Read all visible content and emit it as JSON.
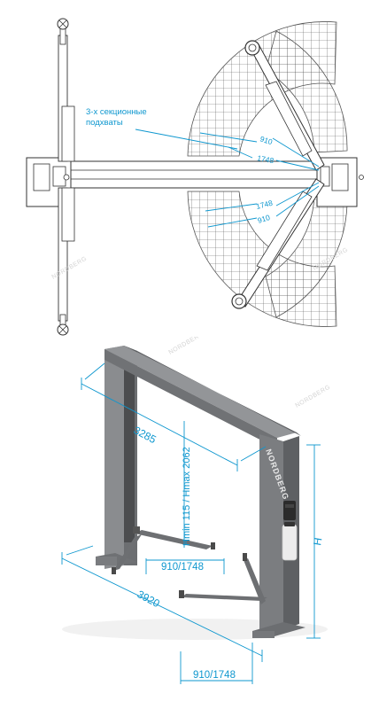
{
  "plan": {
    "caption_line1": "3-х секционные",
    "caption_line2": "подхваты",
    "dim_upper_inner": "910",
    "dim_upper_outer": "1748",
    "dim_lower_outer": "1748",
    "dim_lower_inner": "910"
  },
  "iso": {
    "dim_width": "3285",
    "dim_height_range": "Hmin 115 / Hmax 2062",
    "dim_arm_rear": "910/1748",
    "dim_length": "3920",
    "dim_arm_front": "910/1748",
    "dim_total_height": "H",
    "brand": "NORDBERG"
  },
  "watermark": "NORDBERG",
  "colors": {
    "dimension": "#0e97cf",
    "steel": "#7d7f82",
    "steel_dark": "#5d5f62",
    "steel_light": "#9a9c9f",
    "drawing": "#444444"
  }
}
